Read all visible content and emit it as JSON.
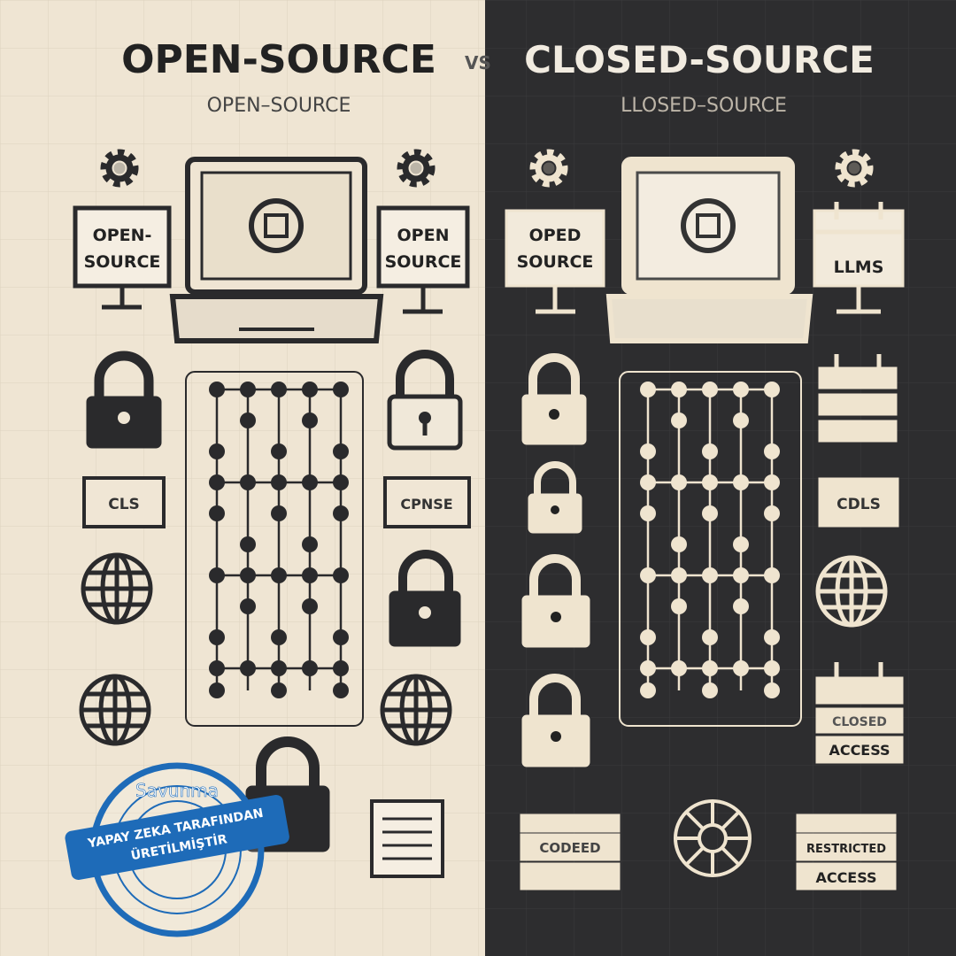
{
  "header": {
    "left_title": "OPEN-SOURCE",
    "vs": "VS",
    "right_title": "CLOSED-SOURCE",
    "left_subtitle": "OPEN–SOURCE",
    "right_subtitle": "LLOSED–SOURCE"
  },
  "left": {
    "sign_1": [
      "OPEN-",
      "SOURCE"
    ],
    "sign_2": [
      "OPEN",
      "SOURCE"
    ],
    "badge_1": "CLS",
    "badge_2": "CPNSE"
  },
  "right": {
    "sign_1": [
      "OPED",
      "SOURCE"
    ],
    "calendar_1": "LLMS",
    "badge_1": "CDLS",
    "calendar_2": [
      "CLOSED",
      "ACCESS"
    ],
    "box_left": "CODEED",
    "box_right": [
      "RESTRICTED",
      "ACCESS"
    ]
  },
  "watermark": {
    "brand": "Savunma",
    "banner": [
      "YAPAY ZEKA TARAFINDAN",
      "ÜRETİLMİŞTİR"
    ]
  },
  "colors": {
    "light_bg": "#efe5d3",
    "dark_bg": "#2d2d2f",
    "ink": "#2a2a2c",
    "cream": "#efe4cf",
    "stamp": "#1e6bb8"
  }
}
